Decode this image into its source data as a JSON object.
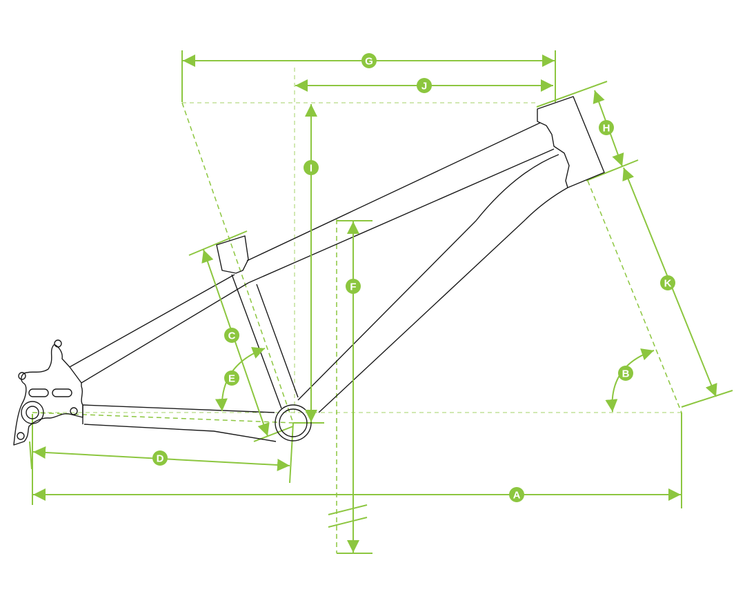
{
  "diagram": {
    "type": "bike frame geometry",
    "accent_color": "#8cc63f",
    "line_color": "#1a1a1a",
    "labels": {
      "A": "A",
      "B": "B",
      "C": "C",
      "D": "D",
      "E": "E",
      "F": "F",
      "G": "G",
      "H": "H",
      "I": "I",
      "J": "J",
      "K": "K"
    }
  }
}
